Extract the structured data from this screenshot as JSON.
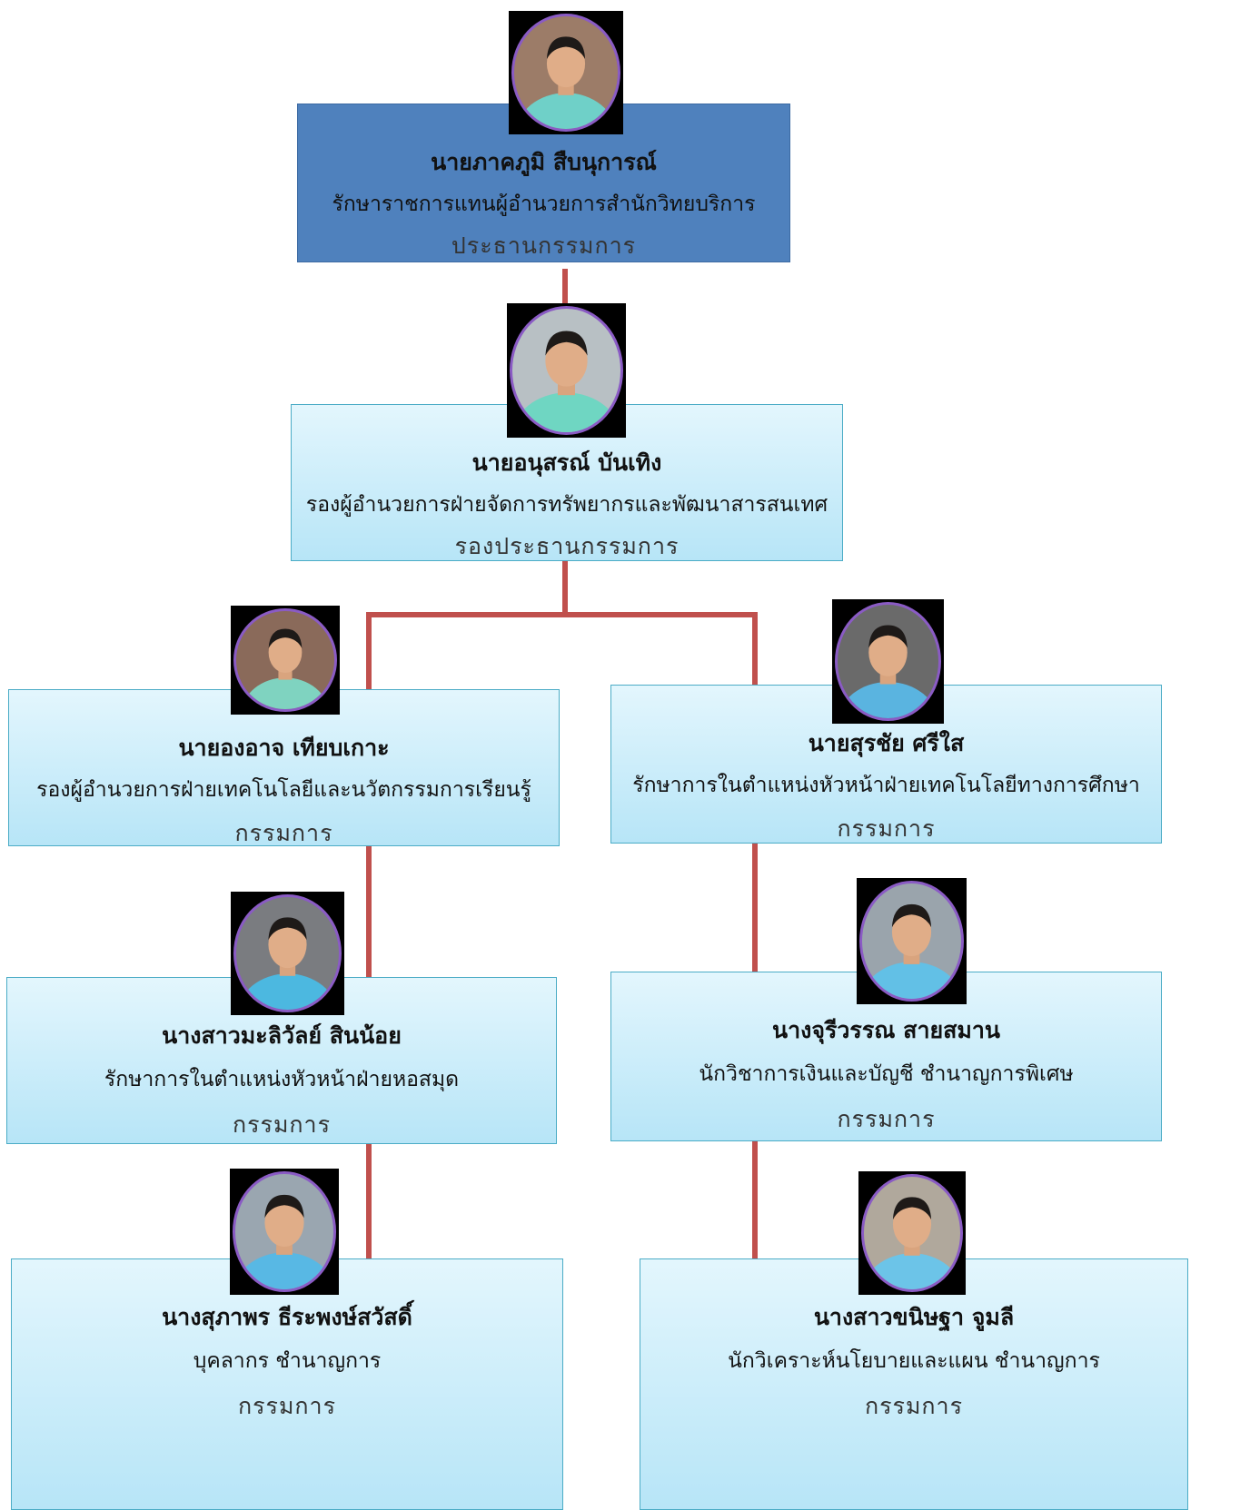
{
  "members": [
    {
      "id": "chair",
      "name": "นายภาคภูมิ สืบนุการณ์",
      "title": "รักษาราชการแทนผู้อำนวยการสำนักวิทยบริการ",
      "role": "ประธานกรรมการ",
      "shirt": "#6fd0c8",
      "bg": "#9c7c68"
    },
    {
      "id": "vice",
      "name": "นายอนุสรณ์ บันเทิง",
      "title": "รองผู้อำนวยการฝ่ายจัดการทรัพยากรและพัฒนาสารสนเทศ",
      "role": "รองประธานกรรมการ",
      "shirt": "#6fd6c2",
      "bg": "#b8c0c4"
    },
    {
      "id": "m1",
      "name": "นายองอาจ เทียบเกาะ",
      "title": "รองผู้อำนวยการฝ่ายเทคโนโลยีและนวัตกรรมการเรียนรู้",
      "role": "กรรมการ",
      "shirt": "#7fd3c0",
      "bg": "#8a6a5a"
    },
    {
      "id": "m2",
      "name": "นายสุรชัย ศรีใส",
      "title": "รักษาการในตำแหน่งหัวหน้าฝ่ายเทคโนโลยีทางการศึกษา",
      "role": "กรรมการ",
      "shirt": "#5ab4e0",
      "bg": "#6a6a6a"
    },
    {
      "id": "m3",
      "name": "นางสาวมะลิวัลย์ สินน้อย",
      "title": "รักษาการในตำแหน่งหัวหน้าฝ่ายหอสมุด",
      "role": "กรรมการ",
      "shirt": "#4cb8e0",
      "bg": "#7a7c80"
    },
    {
      "id": "m4",
      "name": "นางจุรีวรรณ สายสมาน",
      "title": "นักวิชาการเงินและบัญชี ชำนาญการพิเศษ",
      "role": "กรรมการ",
      "shirt": "#62c0e6",
      "bg": "#9aa4ac"
    },
    {
      "id": "m5",
      "name": "นางสุภาพร ธีระพงษ์สวัสดิ์",
      "title": "บุคลากร ชำนาญการ",
      "role": "กรรมการ",
      "shirt": "#58b8e4",
      "bg": "#9aa6b0"
    },
    {
      "id": "m6",
      "name": "นางสาวขนิษฐา จูมลี",
      "title": "นักวิเคราะห์นโยบายและแผน ชำนาญการ",
      "role": "กรรมการ",
      "shirt": "#6cc4e8",
      "bg": "#b0a89c"
    }
  ]
}
